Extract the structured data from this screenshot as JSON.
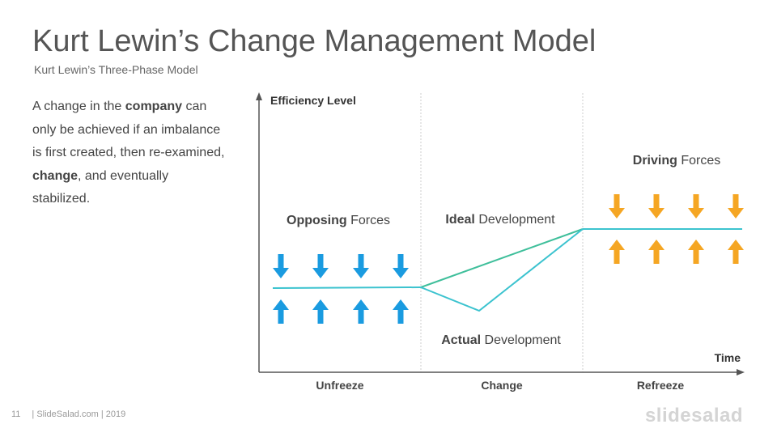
{
  "title": "Kurt Lewin’s Change Management Model",
  "subtitle": "Kurt Lewin’s Three-Phase Model",
  "description": {
    "t1": "A change in the ",
    "b1": "company",
    "t2": " can only be achieved if an imbalance is first created, then re-examined, ",
    "b2": "change",
    "t3": ", and eventually stabilized."
  },
  "diagram": {
    "y_axis_label": "Efficiency Level",
    "x_axis_label": "Time",
    "phases": [
      "Unfreeze",
      "Change",
      "Refreeze"
    ],
    "opposing": {
      "bold": "Opposing",
      "rest": " Forces"
    },
    "driving": {
      "bold": "Driving",
      "rest": " Forces"
    },
    "ideal": {
      "bold": "Ideal",
      "rest": " Development"
    },
    "actual": {
      "bold": "Actual",
      "rest": " Development"
    }
  },
  "colors": {
    "blue_arrow": "#1a9be0",
    "orange_arrow": "#f5a623",
    "cyan_line": "#3cc3cf",
    "green_line": "#3fbf9b",
    "axis": "#555555",
    "divider": "#cccccc"
  },
  "footer": {
    "page_number": "11",
    "credit": "| SlideSalad.com | 2019",
    "brand": "slidesalad"
  }
}
